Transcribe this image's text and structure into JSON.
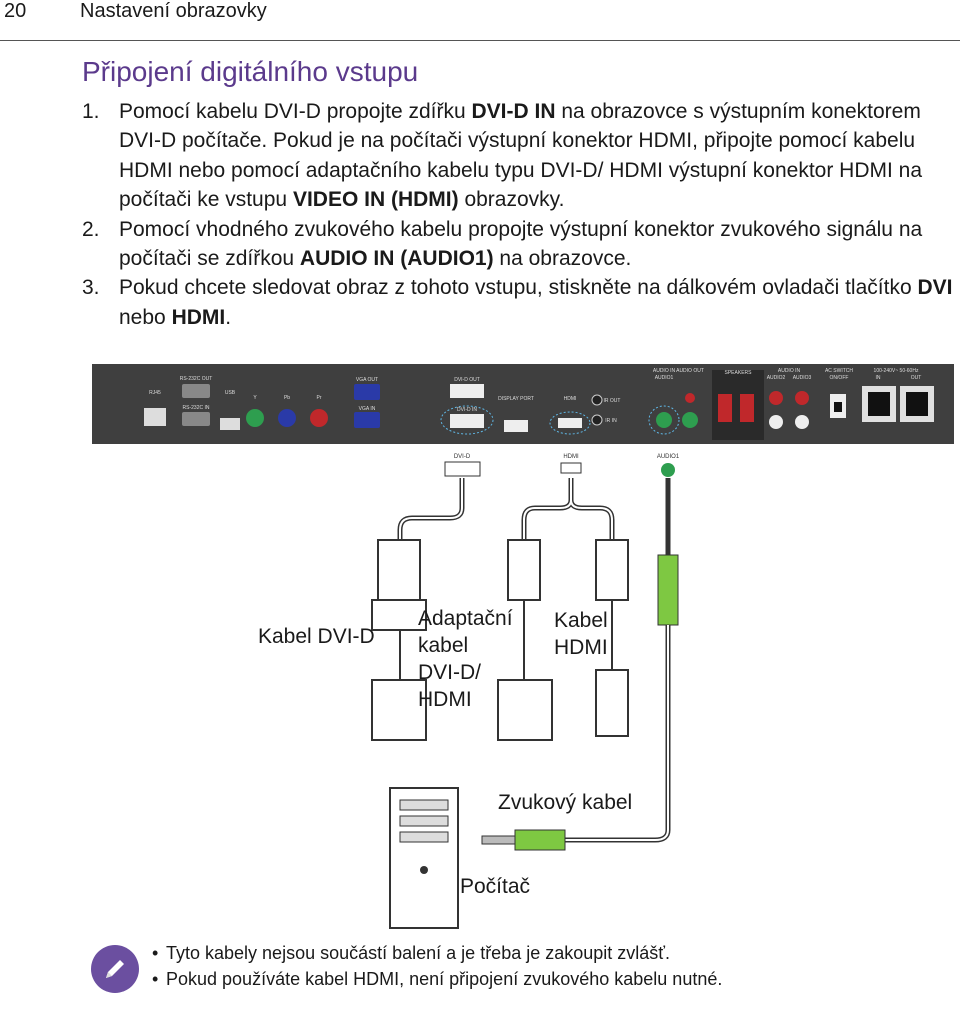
{
  "header": {
    "page_number": "20",
    "chapter_title": "Nastavení obrazovky"
  },
  "section": {
    "title": "Připojení digitálního vstupu"
  },
  "steps": [
    {
      "num": "1.",
      "t1": "Pomocí kabelu DVI-D propojte zdířku ",
      "b1": "DVI-D IN",
      "t2": " na obrazovce s výstupním konektorem DVI-D počítače. Pokud je na počítači výstupní konektor HDMI, připojte pomocí kabelu HDMI nebo pomocí adaptačního kabelu typu DVI-D/ HDMI výstupní konektor HDMI na počítači ke vstupu ",
      "b2": "VIDEO IN (HDMI)",
      "t3": " obrazovky."
    },
    {
      "num": "2.",
      "t1": "Pomocí vhodného zvukového kabelu propojte výstupní konektor zvukového signálu na počítači se zdířkou ",
      "b1": "AUDIO IN (AUDIO1)",
      "t2": " na obrazovce.",
      "b2": "",
      "t3": ""
    },
    {
      "num": "3.",
      "t1": "Pokud chcete sledovat obraz z tohoto vstupu, stiskněte na dálkovém ovladači tlačítko ",
      "b1": "DVI",
      "t2": " nebo ",
      "b2": "HDMI",
      "t3": "."
    }
  ],
  "panel": {
    "labels": {
      "rj45": "RJ45",
      "rs232_out": "RS-232C OUT",
      "rs232_in": "RS-232C IN",
      "usb": "USB",
      "y": "Y",
      "pb": "Pb",
      "pr": "Pr",
      "vga_out": "VGA OUT",
      "vga_in": "VGA IN",
      "dvid_out": "DVI-D OUT",
      "dvid_in": "DVI-D IN",
      "display_port": "DISPLAY PORT",
      "hdmi": "HDMI",
      "ir_out": "IR OUT",
      "ir_in": "IR IN",
      "audio_in": "AUDIO IN",
      "audio1": "AUDIO1",
      "audio_out": "AUDIO OUT",
      "speakers": "SPEAKERS",
      "audio_in2": "AUDIO IN",
      "audio2": "AUDIO2",
      "audio3": "AUDIO3",
      "ac_switch": "AC SWITCH",
      "on_off": "ON/OFF",
      "ac_range": "100-240V~ 50-60Hz",
      "ac_in": "IN",
      "ac_out": "OUT"
    }
  },
  "diagram": {
    "port_dvid": "DVI-D",
    "port_hdmi": "HDMI",
    "port_audio": "AUDIO1",
    "label_dvid_cable": "Kabel DVI-D",
    "label_adapter_cable": [
      "Adaptační",
      "kabel",
      "DVI-D/",
      "HDMI"
    ],
    "label_hdmi_cable": [
      "Kabel",
      "HDMI"
    ],
    "label_audio_cable": "Zvukový kabel",
    "label_computer": "Počítač"
  },
  "notes": [
    "Tyto kabely nejsou součástí balení a je třeba je zakoupit zvlášť.",
    "Pokud používáte kabel HDMI, není připojení zvukového kabelu nutné."
  ],
  "colors": {
    "accent": "#5b3a8c",
    "note_icon": "#6b4fa0",
    "panel": "#3f3f3f"
  },
  "icons": {
    "note": "pencil-icon"
  }
}
